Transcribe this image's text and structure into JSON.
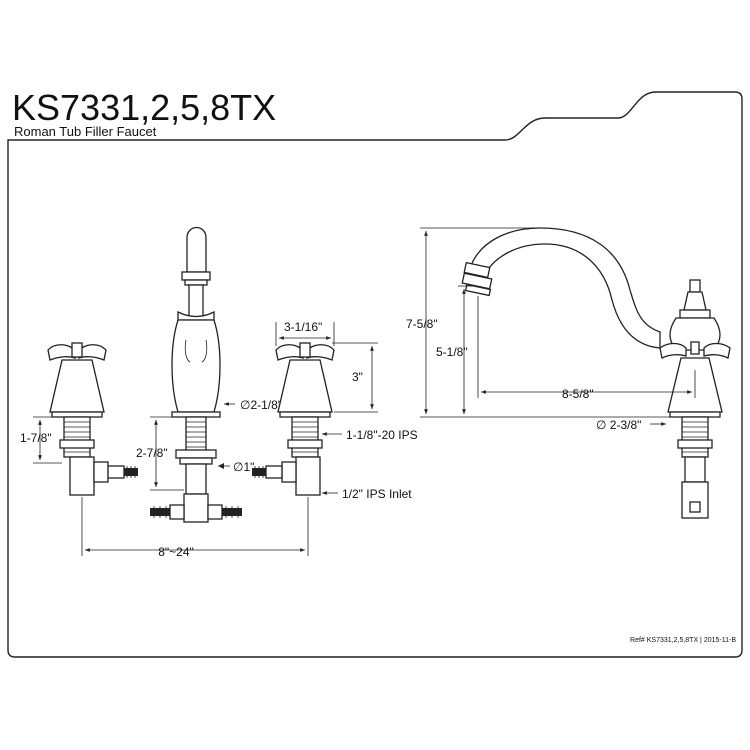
{
  "header": {
    "model": "KS7331,2,5,8TX",
    "product": "Roman Tub Filler Faucet"
  },
  "dimensions": {
    "handle_width": "3-1/16\"",
    "handle_height": "3\"",
    "spout_base_dia": "∅2-1/8\"",
    "shank_thread": "1-1/8\"-20 IPS",
    "handle_shank": "1-7/8\"",
    "spout_shank": "2-7/8\"",
    "tee_dia": "∅1\"",
    "inlet": "1/2\" IPS Inlet",
    "center_spread": "8\"~24\"",
    "total_height": "7-5/8\"",
    "spout_height": "5-1/8\"",
    "spout_reach": "8-5/8\"",
    "side_base_dia": "∅ 2-3/8\""
  },
  "footer": {
    "reference": "Ref# KS7331,2,5,8TX | 2015-11-B"
  }
}
